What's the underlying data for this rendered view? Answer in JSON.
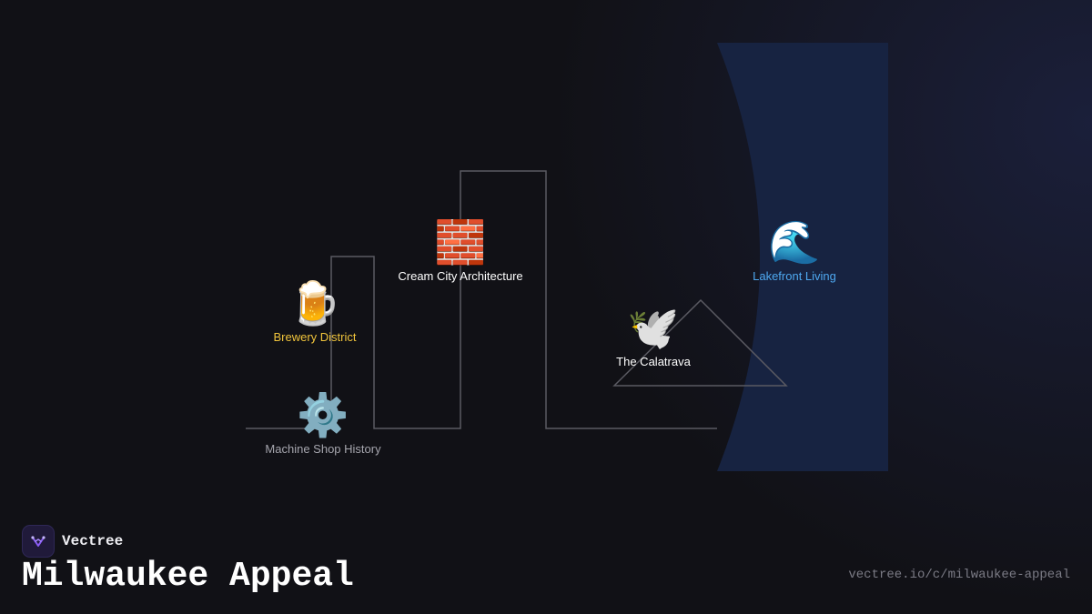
{
  "nodes": [
    {
      "id": "machine",
      "icon": "⚙️",
      "icon_name": "gear-icon",
      "label": "Machine Shop History",
      "color": "#a6a6ae"
    },
    {
      "id": "brewery",
      "icon": "🍺",
      "icon_name": "beer-mug-icon",
      "label": "Brewery District",
      "color": "#f0c43b"
    },
    {
      "id": "cream",
      "icon": "🧱",
      "icon_name": "brick-icon",
      "label": "Cream City Architecture",
      "color": "#ffffff"
    },
    {
      "id": "calatrava",
      "icon": "🕊️",
      "icon_name": "dove-icon",
      "label": "The Calatrava",
      "color": "#ffffff"
    },
    {
      "id": "lakefront",
      "icon": "🌊",
      "icon_name": "wave-icon",
      "label": "Lakefront Living",
      "color": "#4ea8f0"
    }
  ],
  "brand": {
    "name": "Vectree",
    "accent": "#8b5cf6"
  },
  "title": "Milwaukee Appeal",
  "url": "vectree.io/c/milwaukee-appeal"
}
